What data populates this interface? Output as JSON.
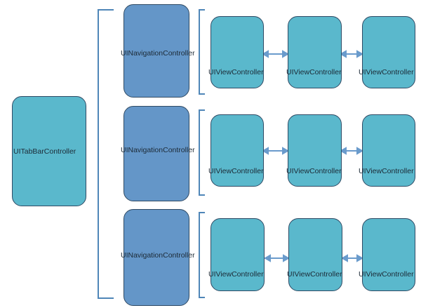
{
  "root": {
    "label": "UITabBarController"
  },
  "rows": [
    {
      "nav_label": "UINavigationController",
      "view_controllers": [
        {
          "label": "UIViewController"
        },
        {
          "label": "UIViewController"
        },
        {
          "label": "UIViewController"
        }
      ]
    },
    {
      "nav_label": "UINavigationController",
      "view_controllers": [
        {
          "label": "UIViewController"
        },
        {
          "label": "UIViewController"
        },
        {
          "label": "UIViewController"
        }
      ]
    },
    {
      "nav_label": "UINavigationController",
      "view_controllers": [
        {
          "label": "UIViewController"
        },
        {
          "label": "UIViewController"
        },
        {
          "label": "UIViewController"
        }
      ]
    }
  ],
  "colors": {
    "controller_fill": "#5ab8cc",
    "navigation_fill": "#6496c8",
    "outline": "#2f4a64",
    "bracket": "#4f86b8",
    "arrow": "#6a9bcc"
  }
}
